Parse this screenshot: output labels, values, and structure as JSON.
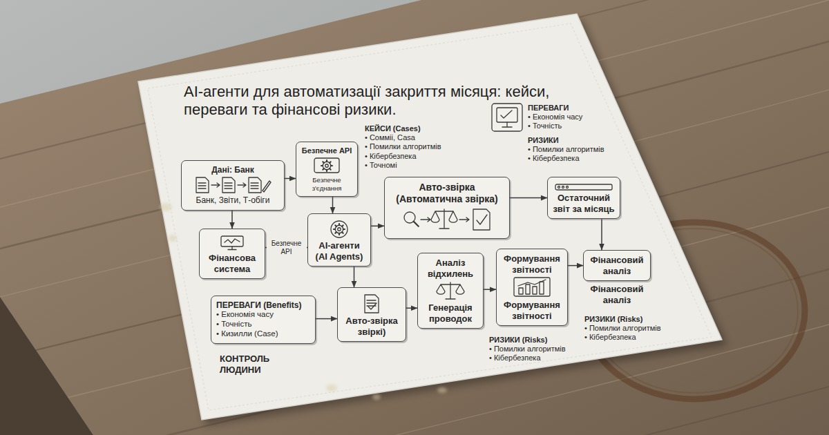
{
  "diagram": {
    "title": "AI-агенти для автоматизації закриття місяця: кейси, переваги та фінансові ризики.",
    "nodes": [
      {
        "text": [
          "Безпечне API",
          "Безпечне з'єднання"
        ]
      },
      {
        "text": [
          "Дані: Банк",
          "Банк, Звіти, Т-обіги"
        ]
      },
      {
        "text": [
          "Авто-звірка (Автоматична звірка)"
        ]
      },
      {
        "text": [
          "Остаточний звіт за місяць"
        ]
      },
      {
        "text": [
          "AI-агенти (AI Agents)"
        ]
      },
      {
        "text": [
          "Фінансова система"
        ]
      },
      {
        "text": [
          "Аналіз відхилень",
          "Генерація проводок"
        ]
      },
      {
        "text": [
          "Формування звітності",
          "Формування звітності"
        ]
      },
      {
        "text": [
          "Фінансовий аналіз",
          "Фінансовий аналіз"
        ]
      },
      {
        "text": [
          "ПЕРЕВАГИ (Benefits)",
          "• Економія часу",
          "• Точність",
          "• Кизилли (Case)"
        ]
      },
      {
        "text": [
          "Авто-звірка звіркі)"
        ]
      }
    ],
    "edges": [
      {
        "from": 1,
        "to": 5,
        "arrow": "to"
      },
      {
        "from": 1,
        "to": 0,
        "arrow": "to"
      },
      {
        "from": 0,
        "to": 4,
        "arrow": "to"
      },
      {
        "from": 5,
        "to": 4,
        "label": "Безпечне API",
        "arrow": "to"
      },
      {
        "from": 4,
        "to": 2,
        "arrow": "to"
      },
      {
        "from": 4,
        "to": 10,
        "arrow": "to"
      },
      {
        "from": 9,
        "to": 10,
        "arrow": "to"
      },
      {
        "from": 10,
        "to": 6,
        "arrow": "to"
      },
      {
        "from": 6,
        "to": 7,
        "arrow": "to"
      },
      {
        "from": 2,
        "to": 3,
        "arrow": "to"
      },
      {
        "from": 7,
        "to": 8,
        "arrow": "to"
      },
      {
        "from": 3,
        "to": 8,
        "arrow": "to"
      }
    ],
    "labels": [
      "КЕЙСИ (Cases)",
      "• Сомміі, Саsа",
      "• Помилки алгоритмів",
      "• Кібербезпека",
      "• Точномі",
      "ПЕРЕВАГИ",
      "• Економія часу",
      "• Точність",
      "РИЗИКИ",
      "• Помилки алгоритмів",
      "• Кібербезпека",
      "КОНТРОЛЬ ЛЮДИНИ",
      "РИЗИКИ (Risks)",
      "• Помилки алгоритмів",
      "• Кібербезпека",
      "РИЗИКИ (Risks)",
      "• Помилки алгоритмів",
      "• Кібербезпека"
    ]
  }
}
